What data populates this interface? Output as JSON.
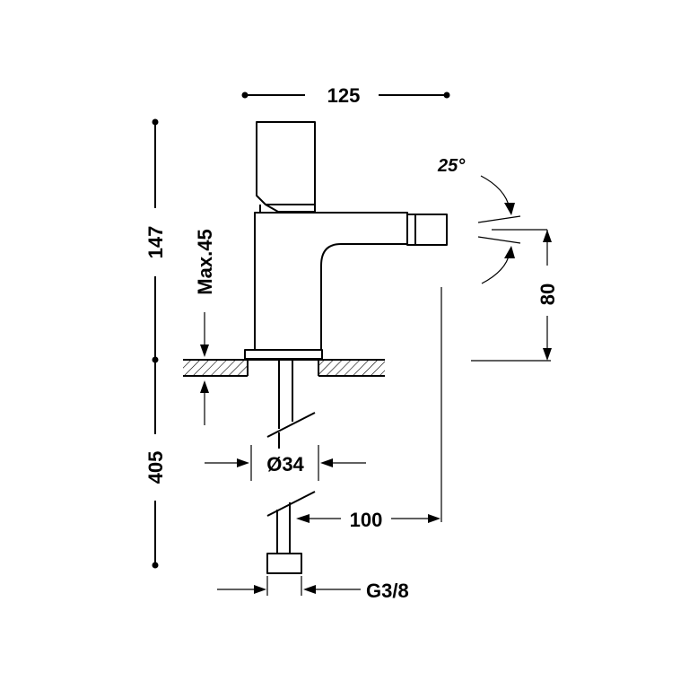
{
  "dimensions": {
    "width_top": "125",
    "height_upper": "147",
    "max_thickness": "Max.45",
    "height_lower": "405",
    "diameter": "Ø34",
    "reach": "100",
    "spout_height": "80",
    "angle": "25°",
    "thread": "G3/8"
  },
  "colors": {
    "ink": "#000000",
    "background": "#ffffff"
  }
}
